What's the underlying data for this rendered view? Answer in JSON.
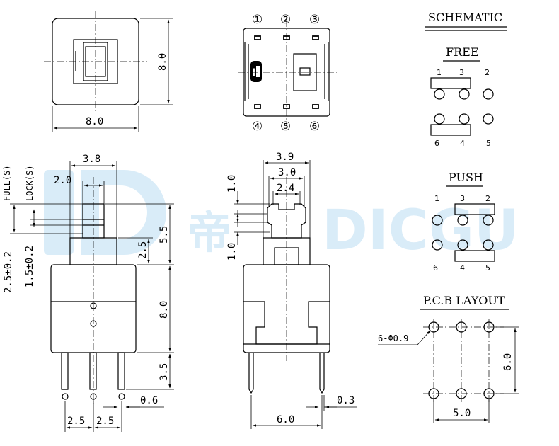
{
  "watermark": {
    "latin": "DICGU",
    "cn": "帝"
  },
  "top_view": {
    "width_dim": "8.0",
    "height_dim": "8.0"
  },
  "bottom_view": {
    "pins_top": [
      "①",
      "②",
      "③"
    ],
    "pins_bottom": [
      "④",
      "⑤",
      "⑥"
    ]
  },
  "side_view": {
    "dims": {
      "d38": "3.8",
      "d20": "2.0",
      "d55": "5.5",
      "d25v": "2.5",
      "d80": "8.0",
      "d35": "3.5",
      "d06": "0.6",
      "d25a": "2.5",
      "d25b": "2.5"
    },
    "labels": {
      "full": "FULL(S)",
      "lock": "LOCK(S)",
      "tol_full": "2.5±0.2",
      "tol_lock": "1.5±0.2"
    }
  },
  "front_view": {
    "dims": {
      "d39": "3.9",
      "d30": "3.0",
      "d24": "2.4",
      "d10a": "1.0",
      "d10b": "1.0",
      "d60": "6.0",
      "d03": "0.3"
    }
  },
  "schematic": {
    "title": "SCHEMATIC",
    "free": {
      "title": "FREE",
      "top": [
        "1",
        "3",
        "2"
      ],
      "bottom": [
        "6",
        "4",
        "5"
      ]
    },
    "push": {
      "title": "PUSH",
      "top": [
        "1",
        "3",
        "2"
      ],
      "bottom": [
        "6",
        "4",
        "5"
      ]
    }
  },
  "pcb": {
    "title": "P.C.B LAYOUT",
    "hole": "6-Φ0.9",
    "height_dim": "6.0",
    "width_dim": "5.0"
  }
}
